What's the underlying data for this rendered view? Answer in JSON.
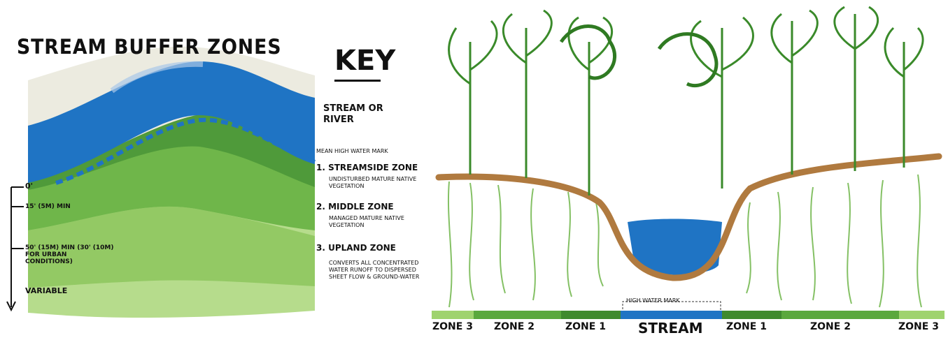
{
  "title": "STREAM BUFFER ZONES",
  "key": {
    "title": "KEY",
    "stream_or_river": "STREAM OR RIVER",
    "mean_high_water_mark": "MEAN HIGH WATER MARK",
    "zone1": {
      "heading": "1. STREAMSIDE ZONE",
      "desc": "UNDISTURBED MATURE NATIVE VEGETATION"
    },
    "zone2": {
      "heading": "2. MIDDLE ZONE",
      "desc": "MANAGED MATURE NATIVE VEGETATION"
    },
    "zone3": {
      "heading": "3. UPLAND ZONE",
      "desc": "CONVERTS ALL CONCENTRATED WATER RUNOFF TO DISPERSED SHEET FLOW & GROUND-WATER"
    }
  },
  "measurements": {
    "m0": "0'",
    "m15": "15' (5m) MIN",
    "m50": "50' (15m) MIN (30' (10m) FOR URBAN CONDITIONS)",
    "variable": "VARIABLE"
  },
  "cross_section": {
    "high_water_mark": "HIGH WATER MARK",
    "zones": [
      "ZONE 3",
      "ZONE 2",
      "ZONE 1",
      "STREAM",
      "ZONE 1",
      "ZONE 2",
      "ZONE 3"
    ]
  },
  "colors": {
    "water": "#1f74c4",
    "zone1": "#4f9a3a",
    "zone2": "#6fb64a",
    "zone3": "#9fd36e",
    "soil": "#b07a3f",
    "tree": "#3a8a2a",
    "sand": "#ecebe0"
  }
}
